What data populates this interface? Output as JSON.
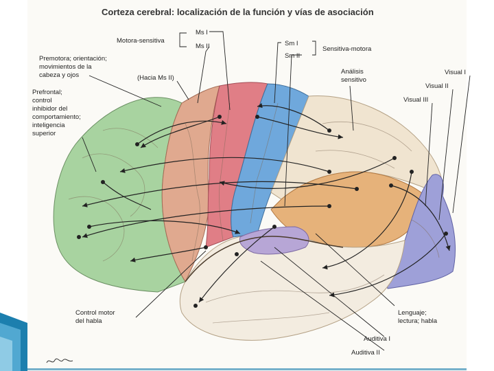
{
  "title": "Corteza cerebral: localización de la función y vías de asociación",
  "colors": {
    "prefrontal": "#a8d3a0",
    "premotor": "#e0a98f",
    "motor": "#e07e86",
    "sensory": "#6fa8dc",
    "association": "#e6b27a",
    "visual": "#9ea0d8",
    "temporal": "#f3ece0",
    "accent": "#1c7fae"
  },
  "labels": {
    "motora_sensitiva": "Motora-sensitiva",
    "ms1": "Ms I",
    "ms2": "Ms II",
    "sm1": "Sm I",
    "sm2": "Sm II",
    "sensitiva_motora": "Sensitiva-motora",
    "premotora": [
      "Premotora; orientación;",
      "movimientos de la",
      "cabeza y ojos"
    ],
    "hacia_ms2": "(Hacia Ms II)",
    "analisis": [
      "Análisis",
      "sensitivo"
    ],
    "visual1": "Visual I",
    "visual2": "Visual II",
    "visual3": "Visual III",
    "prefrontal": [
      "Prefrontal;",
      "control",
      "inhibidor del",
      "comportamiento;",
      "inteligencia",
      "superior"
    ],
    "control_motor": [
      "Control motor",
      "del habla"
    ],
    "lenguaje": [
      "Lenguaje;",
      "lectura; habla"
    ],
    "auditiva1": "Auditiva I",
    "auditiva2": "Auditiva II"
  }
}
